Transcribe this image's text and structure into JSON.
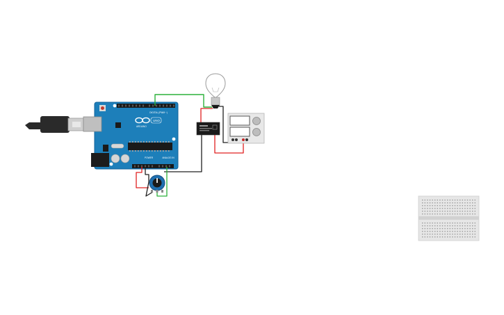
{
  "canvas": {
    "background": "#ffffff"
  },
  "components": {
    "arduino": {
      "brand_text": "ARDUINO",
      "model_text": "UNO",
      "digital_label": "DIGITAL (PWM ~)",
      "power_label": "POWER",
      "analog_label": "ANALOG IN",
      "board_color": "#1d7fba"
    },
    "relay": {
      "name": "relay",
      "body_color": "#1a1a1a"
    },
    "bulb": {
      "name": "light-bulb"
    },
    "power_supply": {
      "name": "dc-power-supply"
    },
    "potentiometer": {
      "name": "potentiometer",
      "knob_color": "#1f6fb0"
    },
    "usb_cable": {
      "name": "usb-cable"
    },
    "breadboard": {
      "name": "breadboard-small"
    }
  },
  "wire_colors": {
    "green": "#2bb03a",
    "red": "#e02020",
    "black": "#202020"
  }
}
